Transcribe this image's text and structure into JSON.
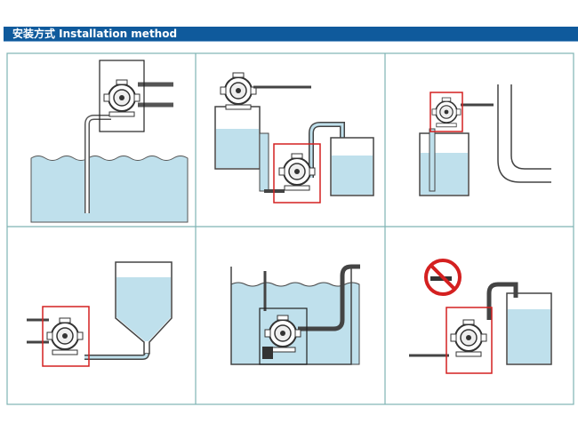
{
  "header": {
    "title": "安装方式 Installation method"
  },
  "colors": {
    "header_bg": "#0f5a9c",
    "water": "#bfe0ec",
    "highlight": "#d42020",
    "line": "#444444"
  },
  "panels": [
    {
      "name": "suction-lift",
      "icon": "pump-icon"
    },
    {
      "name": "drum-transfer",
      "icon": "pump-icon"
    },
    {
      "name": "drum-top-mount",
      "icon": "pump-icon"
    },
    {
      "name": "flooded-suction-hopper",
      "icon": "pump-icon"
    },
    {
      "name": "submerged",
      "icon": "pump-icon"
    },
    {
      "name": "no-smoking-installation",
      "icon": "no-smoking-icon"
    }
  ]
}
